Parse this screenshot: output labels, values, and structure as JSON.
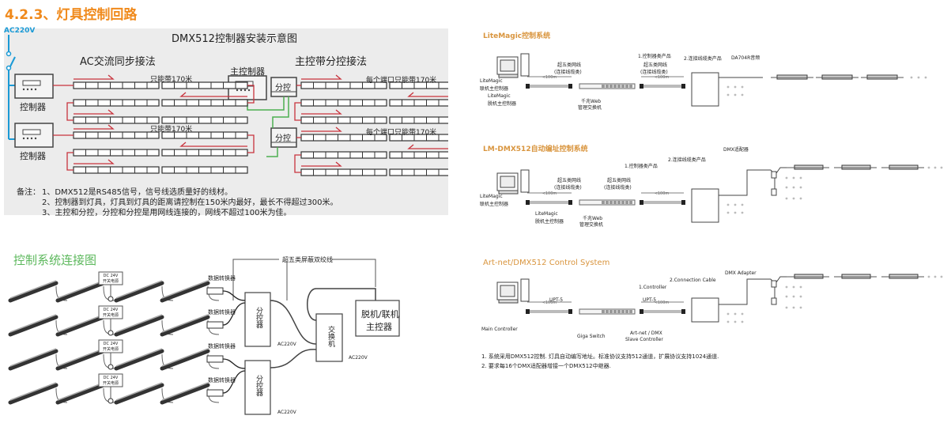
{
  "section_title": "4.2.3、灯具控制回路",
  "panel_dmx": {
    "ac_label": "AC220V",
    "title": "DMX512控制器安装示意图",
    "left_heading": "AC交流同步接法",
    "right_heading": "主控带分控接法",
    "controller_label": "控制器",
    "main_controller_label": "主控制器",
    "sub_controller_label": "分控",
    "limit_label": "只能带170米",
    "port_limit_label": "每个端口只能带170米",
    "notes_prefix": "备注：",
    "notes": [
      "1、DMX512是RS485信号，信号线选质量好的线材。",
      "2、控制器到灯具，灯具到灯具的距离请控制在150米内最好，最长不得超过300米。",
      "3、主控和分控，分控和分控是用网线连接的，网线不超过100米为佳。"
    ]
  },
  "panel_connection": {
    "title": "控制系统连接图",
    "cable_label": "超五类屏蔽双绞线",
    "psu_line1": "DC 24V",
    "psu_line2": "开关电源",
    "converter_label": "数据转换器",
    "splitter_label": "分控器",
    "switch_label": "交换机",
    "master_line1": "脱机/联机",
    "master_line2": "主控器",
    "ac_label": "AC220V"
  },
  "panel_litemagic": {
    "title": "LiteMagic控制系统",
    "online_ctrl": [
      "LiteMagic",
      "联机主控制器"
    ],
    "offline_ctrl": [
      "LiteMagic",
      "脱机主控制器"
    ],
    "cable_a": [
      "超五类网线",
      "(连接线缆类)"
    ],
    "cable_b": [
      "超五类网线",
      "(连接线缆类)"
    ],
    "switch": [
      "千兆Web",
      "管理交换机"
    ],
    "product1": "1.控制器类产品",
    "product2": "2.连接线缆类产品",
    "dist": "<100m",
    "decoder": "DA704R音频"
  },
  "panel_lmdmx": {
    "title": "LM-DMX512自动编址控制系统",
    "online_ctrl": [
      "LiteMagic",
      "联机主控制器"
    ],
    "offline_ctrl": [
      "LiteMagic",
      "脱机主控制器"
    ],
    "cable_a": [
      "超五类网线",
      "(连接线缆类)"
    ],
    "cable_b": [
      "超五类网线",
      "(连接线缆类)"
    ],
    "switch": [
      "千兆Web",
      "管理交换机"
    ],
    "product1": "1.控制器类产品",
    "product2": "2.连接线缆类产品",
    "adapter": "DMX适配器",
    "dist": "<100m"
  },
  "panel_artnet": {
    "title": "Art-net/DMX512 Control System",
    "main_ctrl": "Main Controller",
    "cable_a": "UPT-5",
    "cable_b": "UPT-5",
    "switch": "Giga Switch",
    "controller": "1.Controller",
    "cable": "2.Connection Cable",
    "adapter": "DMX Adapter",
    "slave": [
      "Art-net / DMX",
      "Slave Controller"
    ],
    "dist": "<100m",
    "notes": [
      "1. 系统采用DMX512控制. 灯具自动编写地址。标准协议支持512通道，扩展协议支持1024通道.",
      "2. 要求每16个DMX适配器增接一个DMX512中继器."
    ]
  },
  "colors": {
    "title_orange": "#f08a1c",
    "green_title": "#5cb85c",
    "wire_red": "#c8323c",
    "wire_green": "#4caf50",
    "wire_blue": "#1a9ad6",
    "panel_gray": "#ececec"
  }
}
